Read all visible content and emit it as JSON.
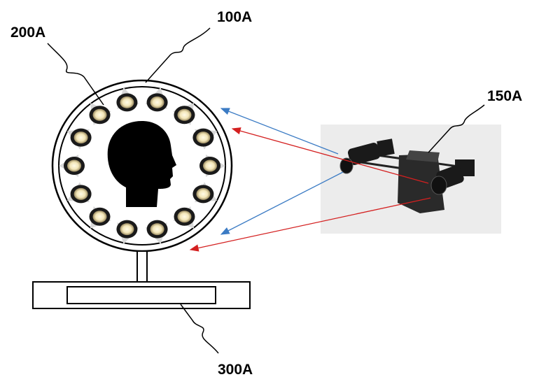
{
  "labels": {
    "lighting_unit": "200A",
    "ring_frame": "100A",
    "camera_unit": "150A",
    "base": "300A"
  },
  "light_count": 14,
  "colors": {
    "blue_ray": "#3b7bc4",
    "red_ray": "#d42020",
    "outline": "#000000",
    "photo_bg": "#ececec"
  }
}
